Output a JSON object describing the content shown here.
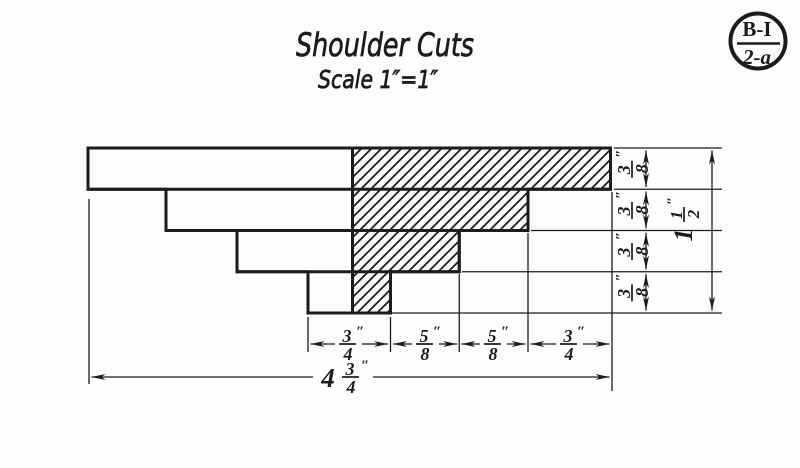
{
  "header": {
    "title": "Shoulder Cuts",
    "scale_note": "Scale 1″=1″"
  },
  "badge": {
    "top": "B-I",
    "bottom": "2-a"
  },
  "dims": {
    "unit": "″",
    "bottom": {
      "seg1": {
        "num": "3",
        "den": "4"
      },
      "seg2": {
        "num": "5",
        "den": "8"
      },
      "seg3": {
        "num": "5",
        "den": "8"
      },
      "seg4": {
        "num": "3",
        "den": "4"
      },
      "overall": {
        "whole": "4",
        "num": "3",
        "den": "4"
      }
    },
    "right": {
      "seg1": {
        "num": "3",
        "den": "8"
      },
      "seg2": {
        "num": "3",
        "den": "8"
      },
      "seg3": {
        "num": "3",
        "den": "8"
      },
      "seg4": {
        "num": "3",
        "den": "8"
      },
      "overall": {
        "whole": "1",
        "num": "1",
        "den": "2"
      }
    }
  }
}
